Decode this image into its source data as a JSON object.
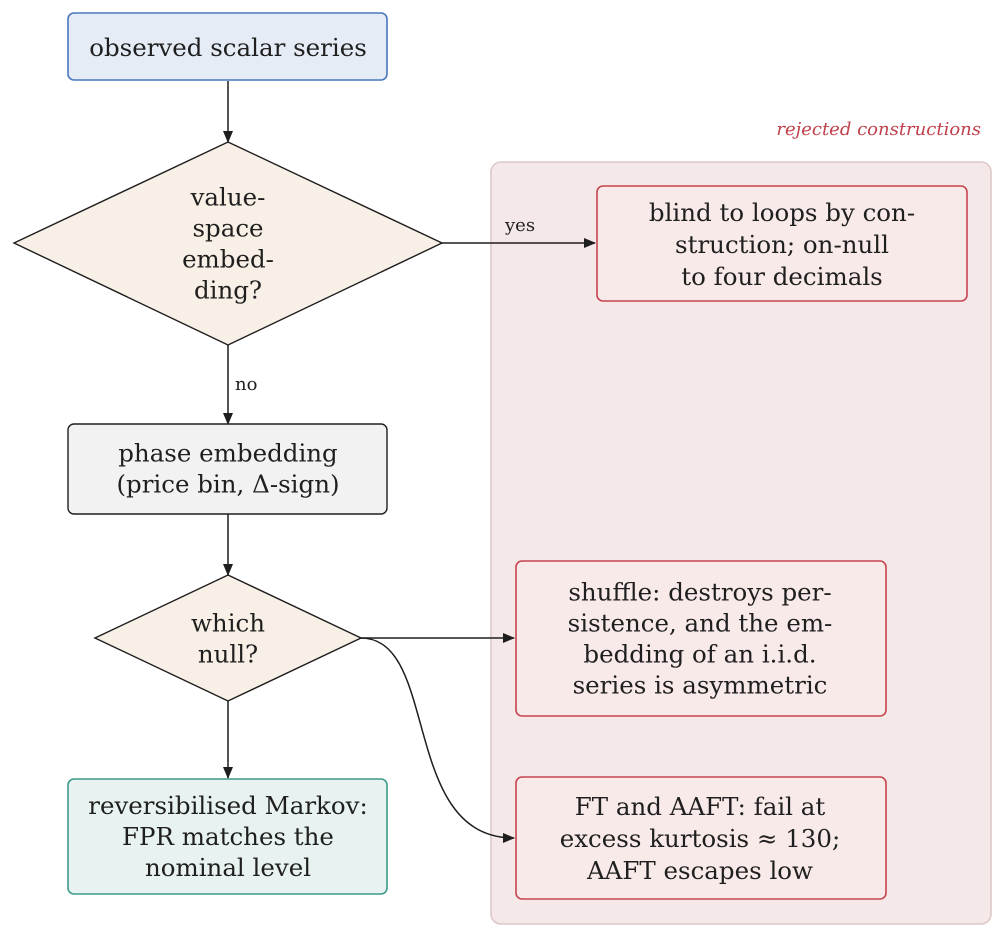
{
  "colors": {
    "start_fill": "#e6ecf6",
    "start_stroke": "#4a76bf",
    "decision_fill": "#f8efe6",
    "decision_stroke": "#1e1e1e",
    "process_fill": "#f2f2f2",
    "process_stroke": "#1e1e1e",
    "success_fill": "#e8f3f1",
    "success_stroke": "#3b9b8b",
    "reject_fill": "#f9eaea",
    "reject_stroke": "#c7444f",
    "panel_fill": "#f5e8e8",
    "panel_stroke": "#dcc8c8",
    "panel_label": "#c0404c",
    "edge": "#1e1e1e"
  },
  "panel": {
    "label": "rejected constructions"
  },
  "nodes": {
    "observed": {
      "lines": [
        "observed scalar series"
      ]
    },
    "value_space": {
      "lines": [
        "value-",
        "space",
        "embed-",
        "ding?"
      ]
    },
    "phase": {
      "lines": [
        "phase embedding",
        "(price bin, Δ-sign)"
      ]
    },
    "which_null": {
      "lines": [
        "which",
        "null?"
      ]
    },
    "markov": {
      "lines": [
        "reversibilised Markov:",
        "FPR matches the",
        "nominal level"
      ]
    },
    "blind": {
      "lines": [
        "blind to loops by con-",
        "struction; on-null",
        "to four decimals"
      ]
    },
    "shuffle": {
      "lines": [
        "shuffle: destroys per-",
        "sistence, and the em-",
        "bedding of an i.i.d.",
        "series is asymmetric"
      ]
    },
    "ft_aaft": {
      "lines": [
        "FT and AAFT: fail at",
        "excess kurtosis ≈ 130;",
        "AAFT escapes low"
      ]
    }
  },
  "edges": {
    "yes_label": "yes",
    "no_label": "no"
  }
}
